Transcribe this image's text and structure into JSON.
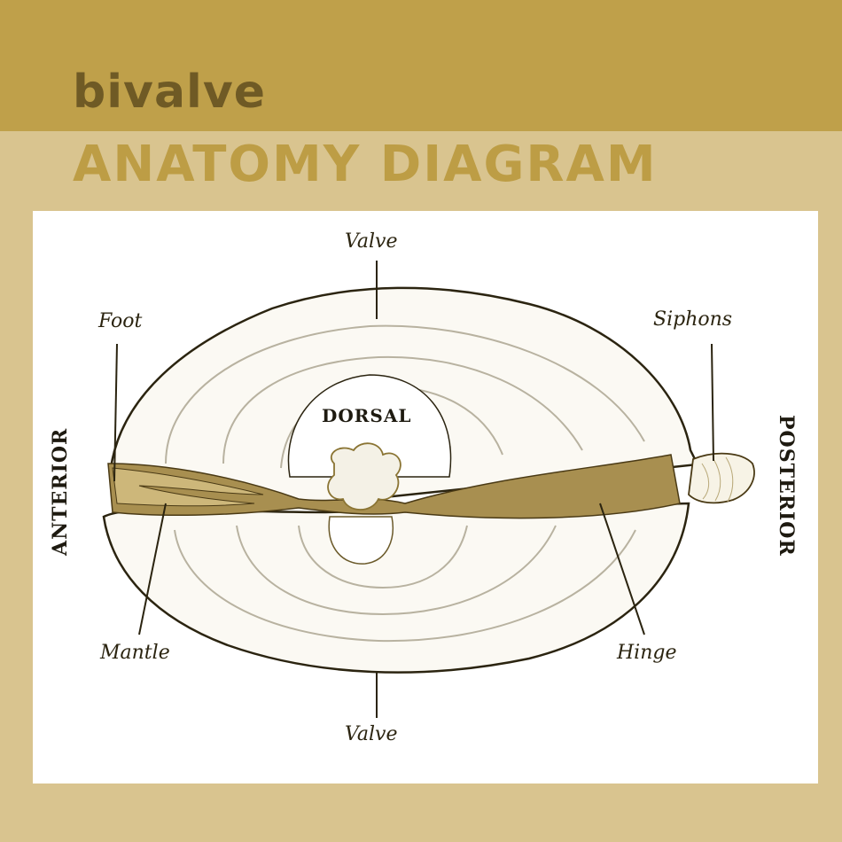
{
  "header": {
    "subtitle": "bivalve",
    "title": "ANATOMY DIAGRAM"
  },
  "orientation": {
    "left": "ANTERIOR",
    "right": "POSTERIOR",
    "center": "DORSAL"
  },
  "labels": {
    "valve_top": "Valve",
    "valve_bottom": "Valve",
    "foot": "Foot",
    "siphons": "Siphons",
    "mantle": "Mantle",
    "hinge": "Hinge"
  },
  "colors": {
    "header_band": "#bfa04a",
    "background": "#d9c48f",
    "title": "#bd9d45",
    "subtitle": "#6f5a25",
    "hinge_fill": "#a88f50",
    "outline": "#2b2410"
  }
}
